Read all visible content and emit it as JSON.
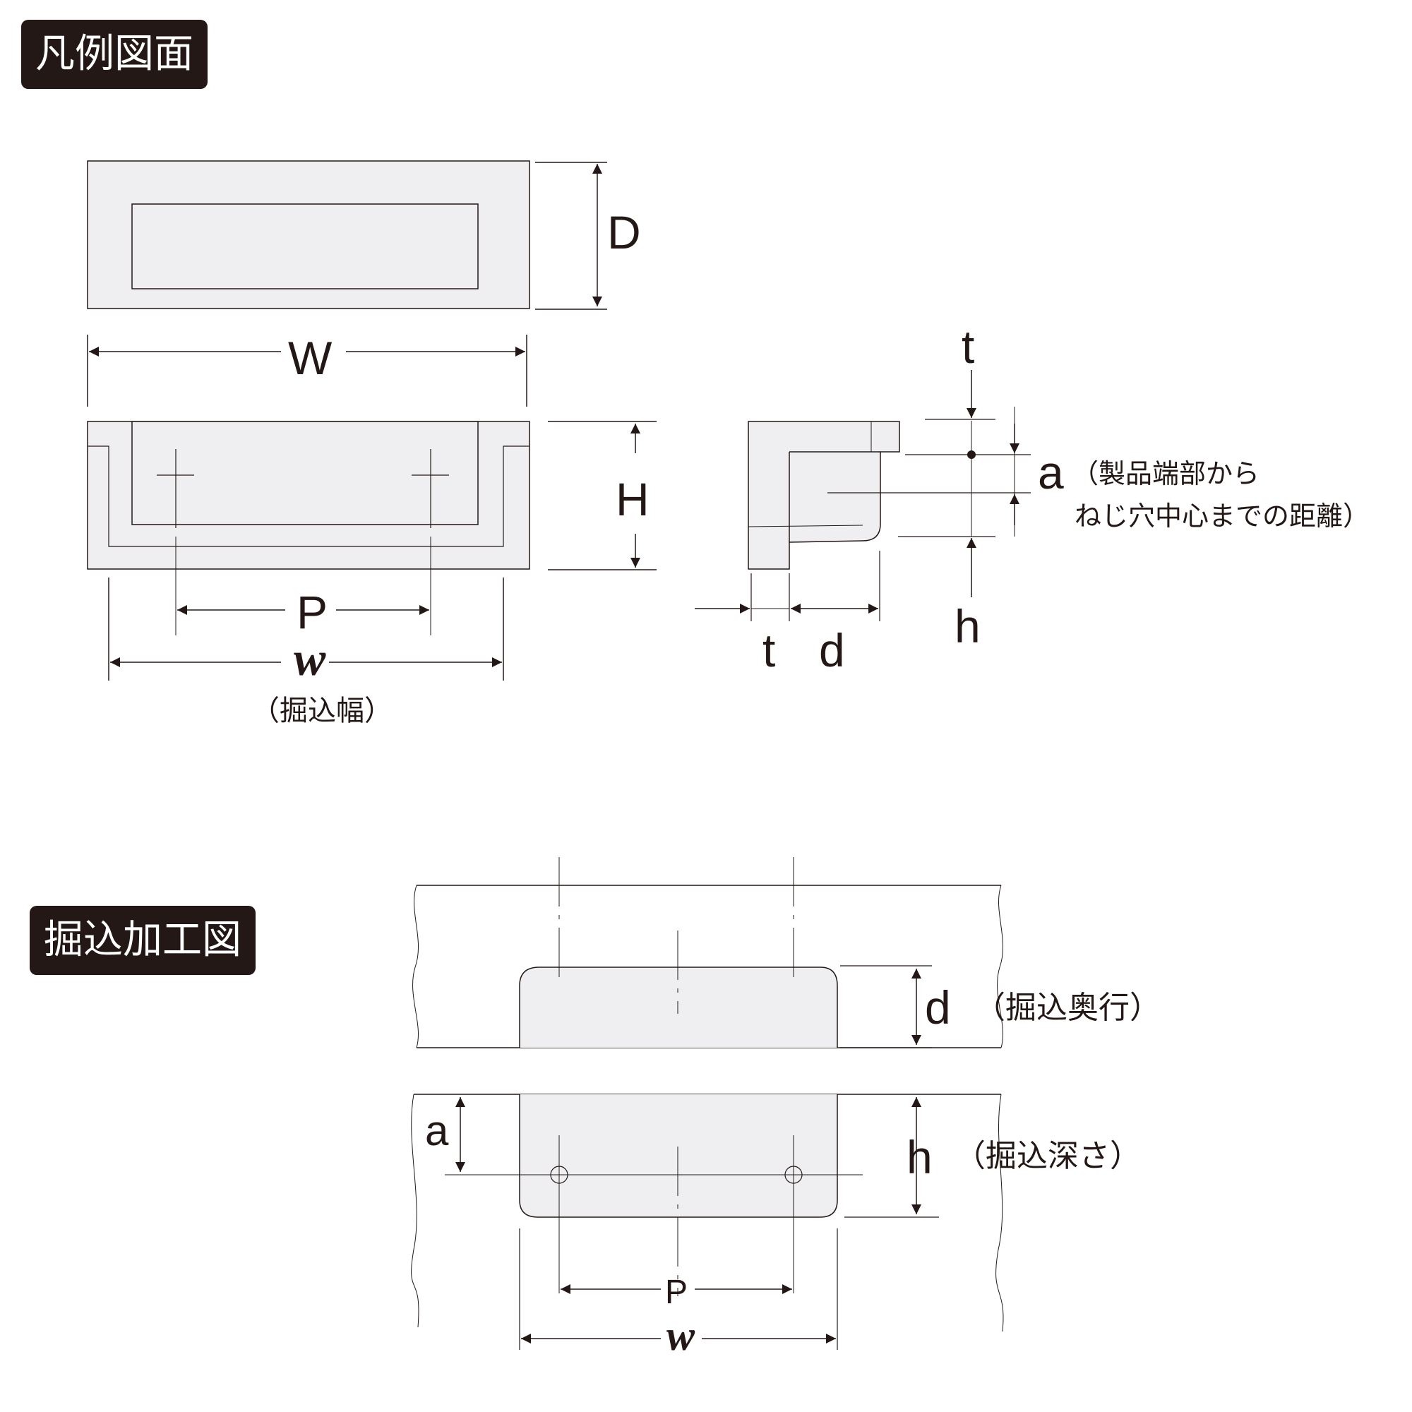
{
  "legend": {
    "title": "凡例図面",
    "labels": {
      "D": "D",
      "W": "W",
      "H": "H",
      "P": "P",
      "w": "w",
      "w_note": "（掘込幅）",
      "t_top": "t",
      "a": "a",
      "a_note_line1": "（製品端部から",
      "a_note_line2": "ねじ穴中心までの距離）",
      "h": "h",
      "t_bottom": "t",
      "d": "d"
    }
  },
  "machining": {
    "title": "掘込加工図",
    "labels": {
      "d": "d",
      "d_note": "（掘込奥行）",
      "a": "a",
      "h": "h",
      "h_note": "（掘込深さ）",
      "P": "P",
      "w": "w"
    }
  },
  "colors": {
    "ink": "#231815",
    "fill": "#efeff1",
    "badge": "#231815"
  }
}
